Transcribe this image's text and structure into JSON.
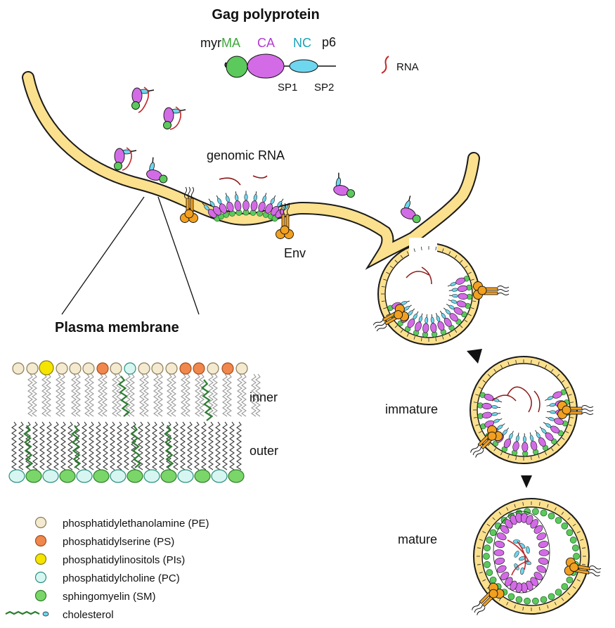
{
  "title": "Gag polyprotein",
  "gag": {
    "myr": "myr",
    "ma": "MA",
    "ca": "CA",
    "nc": "NC",
    "p6": "p6",
    "sp1": "SP1",
    "sp2": "SP2"
  },
  "rna_key": "RNA",
  "labels": {
    "genomic_rna": "genomic RNA",
    "env": "Env",
    "plasma_membrane": "Plasma membrane",
    "inner": "inner",
    "outer": "outer",
    "immature": "immature",
    "mature": "mature"
  },
  "legend": [
    {
      "label": "phosphatidylethanolamine (PE)",
      "fill": "#f3ead0",
      "stroke": "#8a7a55",
      "shape": "circle"
    },
    {
      "label": "phosphatidylserine (PS)",
      "fill": "#f0874c",
      "stroke": "#a34e1c",
      "shape": "circle"
    },
    {
      "label": "phosphatidylinositols (PIs)",
      "fill": "#f5e400",
      "stroke": "#8c7e00",
      "shape": "circle"
    },
    {
      "label": "phosphatidylcholine (PC)",
      "fill": "#d8f6f1",
      "stroke": "#2a8f80",
      "shape": "circle"
    },
    {
      "label": "sphingomyelin (SM)",
      "fill": "#7bd66a",
      "stroke": "#2f7f2a",
      "shape": "circle"
    },
    {
      "label": "cholesterol",
      "fill": "#2e7d32",
      "stroke": "#1b5e20",
      "shape": "cholesterol"
    }
  ],
  "colors": {
    "membrane": "#fbe08e",
    "membrane_edge": "#1a1a1a",
    "ma": "#5cc95c",
    "ca": "#d36be6",
    "nc": "#6ed6ee",
    "rna": "#c0282b",
    "env": "#f2a020"
  }
}
